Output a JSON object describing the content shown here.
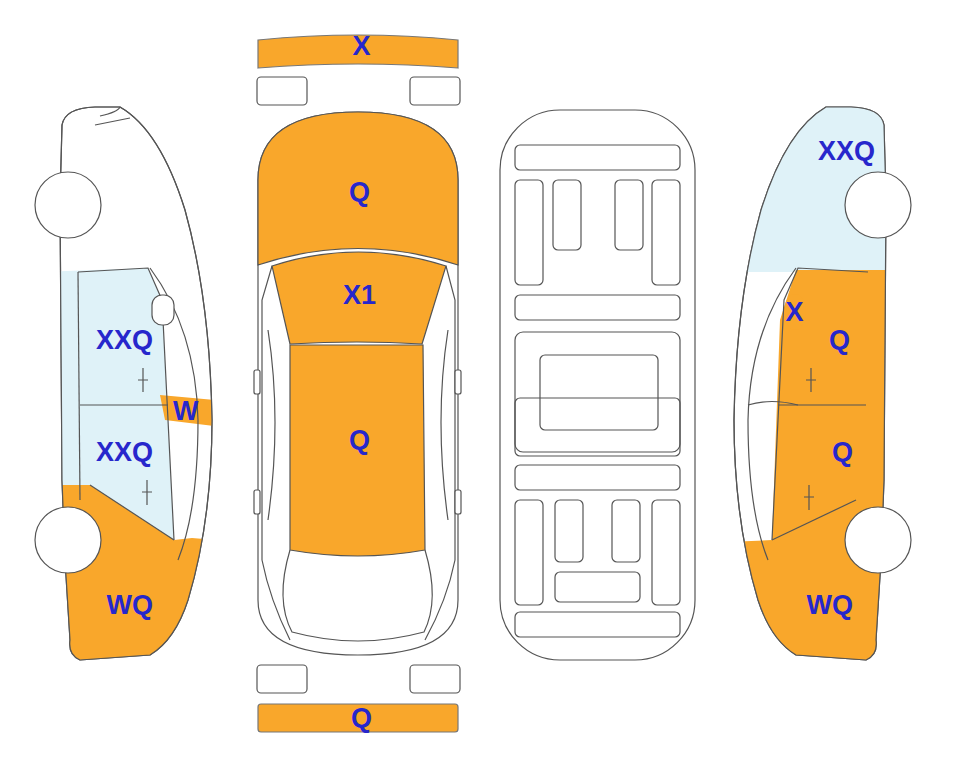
{
  "diagram": {
    "nodes": [
      {
        "text": [
          "X"
        ]
      },
      {
        "text": [
          "XXQ"
        ]
      },
      {
        "text": [
          "Q"
        ]
      },
      {
        "text": [
          "X1"
        ]
      },
      {
        "text": [
          "X"
        ]
      },
      {
        "text": [
          "XXQ"
        ]
      },
      {
        "text": [
          "Q"
        ]
      },
      {
        "text": [
          "W"
        ]
      },
      {
        "text": [
          "Q"
        ]
      },
      {
        "text": [
          "XXQ"
        ]
      },
      {
        "text": [
          "Q"
        ]
      },
      {
        "text": [
          "WQ"
        ]
      },
      {
        "text": [
          "WQ"
        ]
      },
      {
        "text": [
          "Q"
        ]
      }
    ]
  }
}
